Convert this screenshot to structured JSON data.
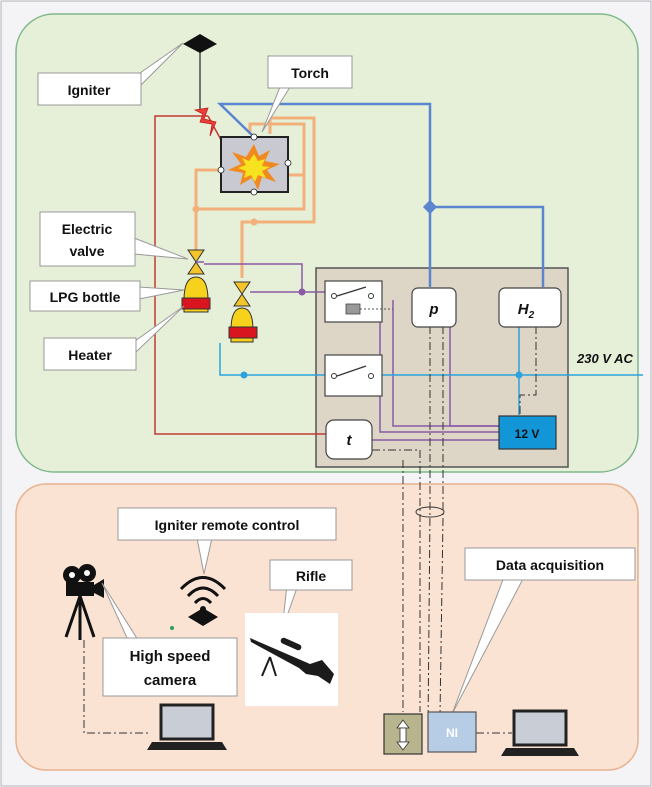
{
  "labels": {
    "igniter": "Igniter",
    "torch": "Torch",
    "electric_valve_1": "Electric",
    "electric_valve_2": "valve",
    "lpg_bottle": "LPG bottle",
    "heater": "Heater",
    "pressure": "p",
    "hydrogen": "H",
    "hydrogen_sub": "2",
    "power_ac": "230 V AC",
    "temperature": "t",
    "power_dc": "12 V",
    "igniter_remote": "Igniter remote control",
    "rifle": "Rifle",
    "camera_1": "High speed",
    "camera_2": "camera",
    "data_acquisition": "Data acquisition",
    "ni": "NI"
  },
  "colors": {
    "top_panel": "#e6f0d8",
    "top_border": "#7fb88a",
    "bottom_panel": "#fbe3d4",
    "bottom_border": "#e7b28f",
    "control_box": "#ddd6c6",
    "gas_line": "#5b86cf",
    "lpg_line": "#f3b07a",
    "signal_line": "#8a5aa6",
    "heater_line": "#c23a34",
    "ac_line": "#2da2dc",
    "dc_box": "#1296d8",
    "ni_box": "#b7cde6",
    "valve": "#f3c52a",
    "bottle": "#f6d21d",
    "heater_band": "#d9161f"
  }
}
